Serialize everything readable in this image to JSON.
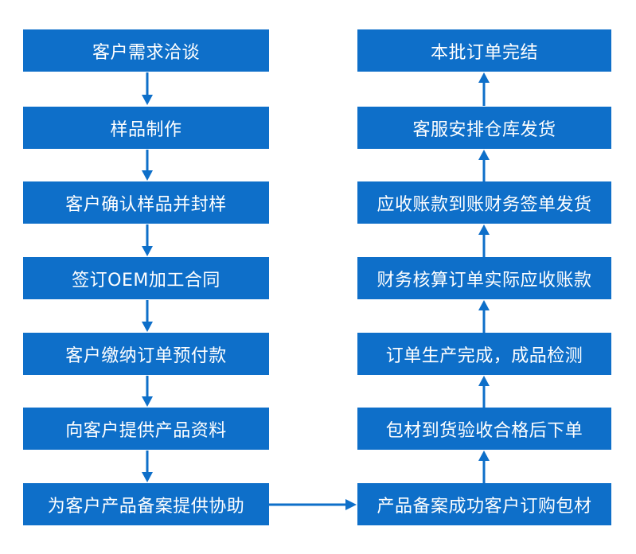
{
  "colors": {
    "box": "#0e6fc9",
    "text": "#ffffff",
    "arrow": "#0e6fc9"
  },
  "left_column": [
    "客户需求洽谈",
    "样品制作",
    "客户确认样品并封样",
    "签订OEM加工合同",
    "客户缴纳订单预付款",
    "向客户提供产品资料",
    "为客户产品备案提供协助"
  ],
  "right_column": [
    "本批订单完结",
    "客服安排仓库发货",
    "应收账款到账财务签单发货",
    "财务核算订单实际应收账款",
    "订单生产完成，成品检测",
    "包材到货验收合格后下单",
    "产品备案成功客户订购包材"
  ]
}
